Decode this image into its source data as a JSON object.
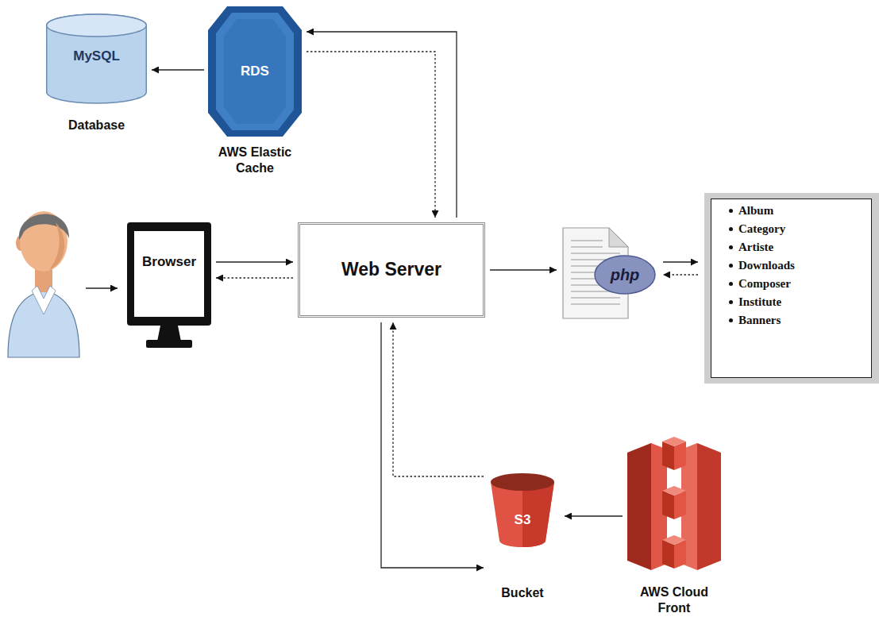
{
  "diagram": {
    "nodes": [
      {
        "text": [
          "MySQL",
          "Database"
        ]
      },
      {
        "text": [
          "RDS",
          "AWS Elastic Cache"
        ]
      },
      {
        "text": [
          "Browser"
        ]
      },
      {
        "text": [
          "Web Server"
        ]
      },
      {
        "text": [
          "php"
        ]
      },
      {
        "text": [
          "Album",
          "Category",
          "Artiste",
          "Downloads",
          "Composer",
          "Institute",
          "Banners"
        ]
      },
      {
        "text": [
          "S3",
          "Bucket"
        ]
      },
      {
        "text": [
          "AWS Cloud Front"
        ]
      }
    ],
    "edges": [
      {
        "from": 1,
        "to": 0,
        "arrow": "to"
      },
      {
        "from": 2,
        "to": 3,
        "arrow": "to"
      },
      {
        "from": 3,
        "to": 2,
        "arrow": "to"
      },
      {
        "from": 3,
        "to": 1,
        "arrow": "to"
      },
      {
        "from": 1,
        "to": 3,
        "arrow": "to"
      },
      {
        "from": 3,
        "to": 4,
        "arrow": "to"
      },
      {
        "from": 4,
        "to": 5,
        "arrow": "to"
      },
      {
        "from": 5,
        "to": 4,
        "arrow": "to"
      },
      {
        "from": 6,
        "to": 3,
        "arrow": "to"
      },
      {
        "from": 3,
        "to": 6,
        "arrow": "to"
      },
      {
        "from": 7,
        "to": 6,
        "arrow": "to"
      }
    ]
  }
}
